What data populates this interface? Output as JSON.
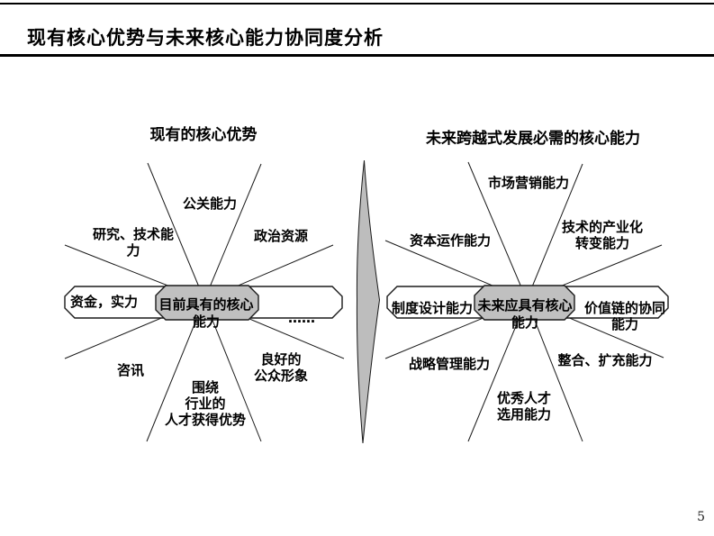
{
  "page": {
    "title": "现有核心优势与未来核心能力协同度分析",
    "page_number": "5"
  },
  "left": {
    "header": "现有的核心优势",
    "center": "目前具有的核心\n能力",
    "band_left": "资金，实力",
    "band_right": "……",
    "top": "公关能力",
    "upper_left": "研究、技术能\n力",
    "upper_right": "政治资源",
    "lower_left": "咨讯",
    "lower_right": "良好的\n公众形象",
    "bottom": "围绕\n行业的\n人才获得优势"
  },
  "right": {
    "header": "未来跨越式发展必需的核心能力",
    "center": "未来应具有核心\n能力",
    "band_left": "制度设计能力",
    "band_right": "价值链的协同\n能力",
    "top": "市场营销能力",
    "upper_left": "资本运作能力",
    "upper_right": "技术的产业化\n转变能力",
    "lower_left": "战略管理能力",
    "lower_right": "整合、扩充能力",
    "bottom": "优秀人才\n选用能力"
  },
  "colors": {
    "line": "#1a1a1a",
    "band_fill": "#ffffff",
    "center_box_fill": "#c0c0c0",
    "arrow_fill": "#bdbdbd"
  }
}
